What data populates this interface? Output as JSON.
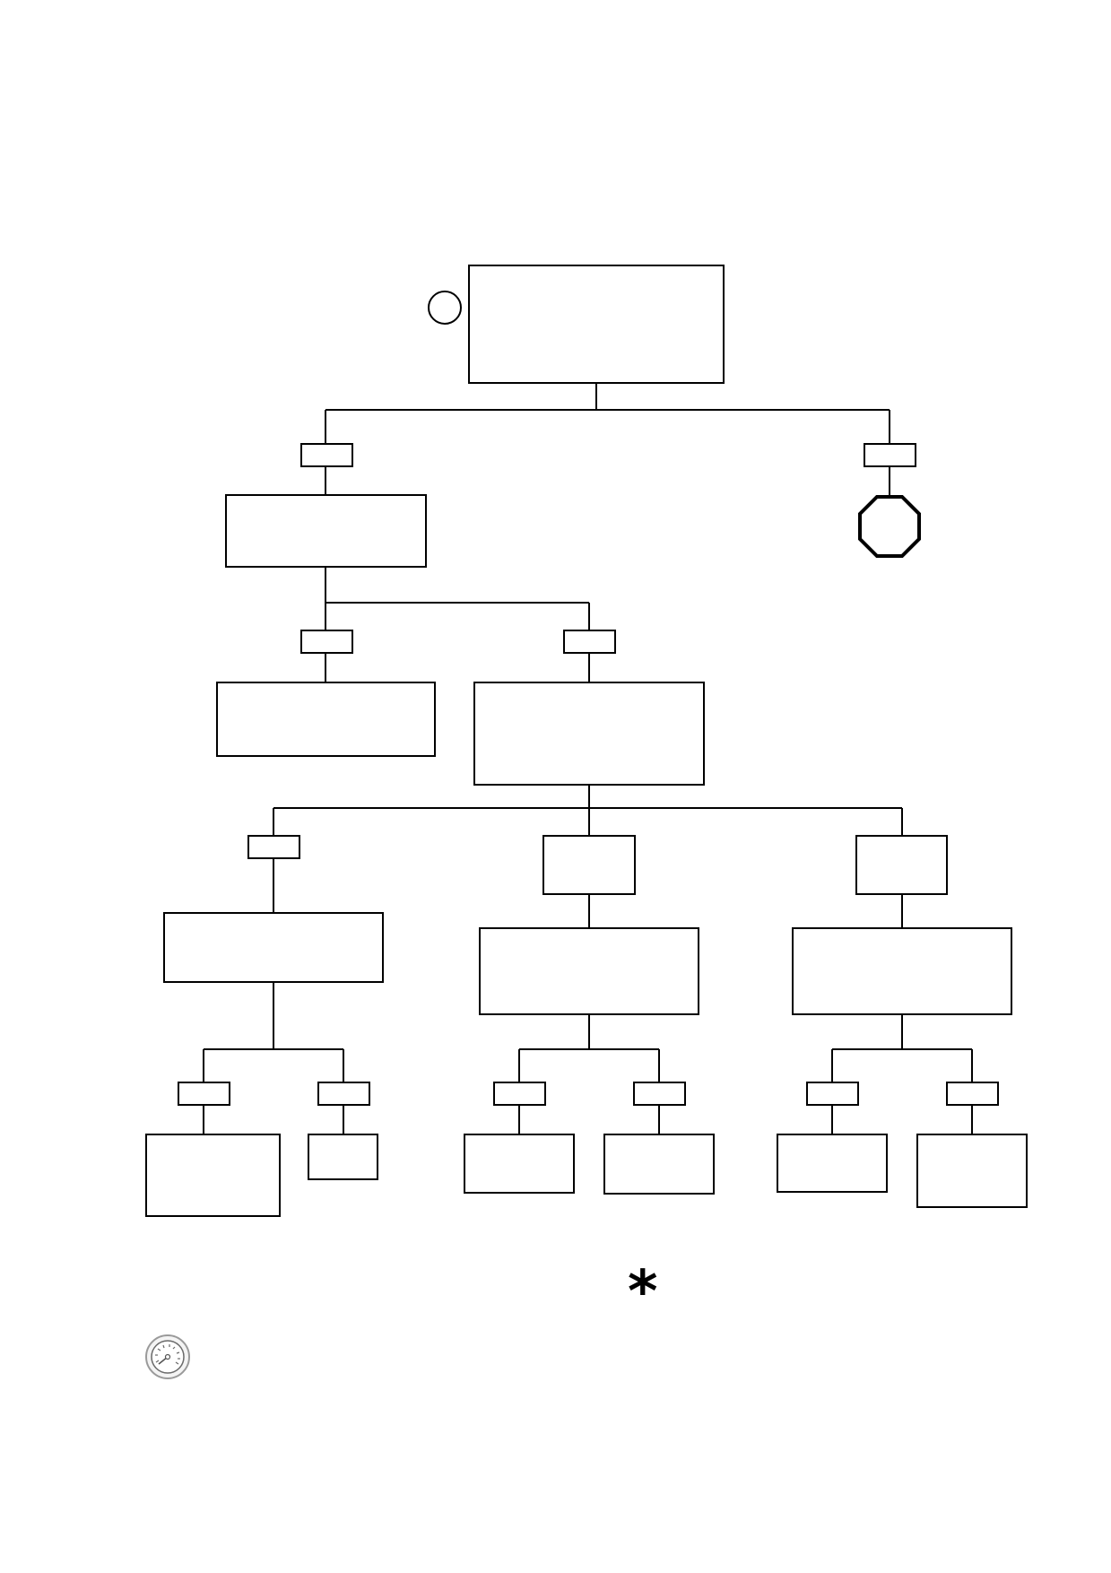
{
  "diagram": {
    "title": "",
    "nodes": [
      {
        "id": "root",
        "label": ""
      },
      {
        "id": "edge-label-left-1",
        "label": ""
      },
      {
        "id": "edge-label-right-1",
        "label": ""
      },
      {
        "id": "level1-left",
        "label": ""
      },
      {
        "id": "stop",
        "label": ""
      },
      {
        "id": "edge-label-left-2",
        "label": ""
      },
      {
        "id": "edge-label-right-2",
        "label": ""
      },
      {
        "id": "level2-left",
        "label": ""
      },
      {
        "id": "level2-right",
        "label": ""
      },
      {
        "id": "edge-label-a",
        "label": ""
      },
      {
        "id": "edge-label-b",
        "label": ""
      },
      {
        "id": "edge-label-c",
        "label": ""
      },
      {
        "id": "level3-a",
        "label": ""
      },
      {
        "id": "level3-b",
        "label": ""
      },
      {
        "id": "level3-c",
        "label": ""
      },
      {
        "id": "leaf-a1",
        "label": ""
      },
      {
        "id": "leaf-a2",
        "label": ""
      },
      {
        "id": "leaf-b1",
        "label": ""
      },
      {
        "id": "leaf-b2",
        "label": ""
      },
      {
        "id": "leaf-c1",
        "label": ""
      },
      {
        "id": "leaf-c2",
        "label": ""
      }
    ],
    "marks": {
      "asterisk": "*",
      "start_shape": "circle",
      "stop_shape": "octagon",
      "gauge_icon": "gauge-icon"
    },
    "colors": {
      "stroke": "#000000",
      "background": "#ffffff"
    }
  }
}
